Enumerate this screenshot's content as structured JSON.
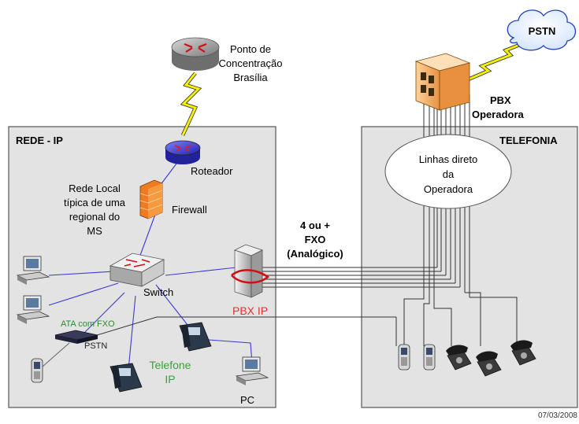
{
  "panels": {
    "rede_ip": "REDE - IP",
    "telefonia": "TELEFONIA"
  },
  "nodes": {
    "ponto_line1": "Ponto de",
    "ponto_line2": "Concentração",
    "ponto_line3": "Brasília",
    "pstn": "PSTN",
    "pbx_operadora_line1": "PBX",
    "pbx_operadora_line2": "Operadora",
    "roteador": "Roteador",
    "firewall": "Firewall",
    "rede_local_line1": "Rede Local",
    "rede_local_line2": "típica de uma",
    "rede_local_line3": "regional do",
    "rede_local_line4": "MS",
    "switch": "Switch",
    "pbx_ip": "PBX IP",
    "ata_com_fxo": "ATA com FXO",
    "ata_pstn": "PSTN",
    "telefone_ip_line1": "Telefone",
    "telefone_ip_line2": "IP",
    "pc": "PC",
    "linhas_line1": "Linhas direto",
    "linhas_line2": "da",
    "linhas_line3": "Operadora",
    "fxo_line1": "4 ou +",
    "fxo_line2": "FXO",
    "fxo_line3": "(Analógico)"
  },
  "footer": {
    "date": "07/03/2008"
  },
  "colors": {
    "panel_fill": "#e3e3e3",
    "lan_link": "#3a3ad6",
    "lightning": "#f5f000",
    "pbx_ip_label": "#e53030",
    "ata_label": "#2e8b2e",
    "telefone_label": "#3aa03a",
    "router_top": "#4a4af0",
    "router_gray": "#8a8a8a",
    "pbx_orange": "#f7b060",
    "firewall_orange": "#f07a20"
  }
}
